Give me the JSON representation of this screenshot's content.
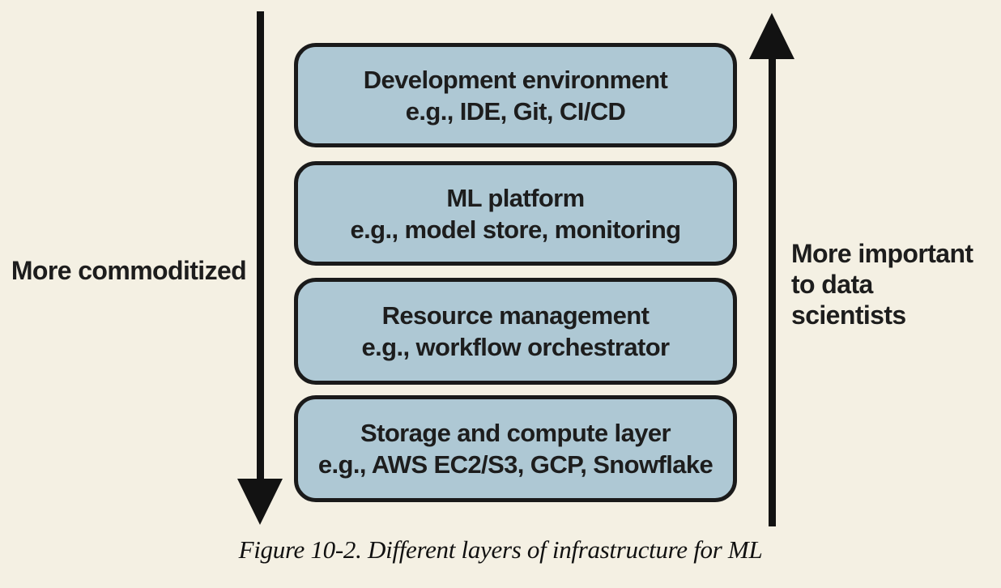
{
  "figure": {
    "caption": "Figure 10-2. Different layers of infrastructure for ML"
  },
  "diagram": {
    "left_axis": {
      "label": "More commoditized",
      "arrow_direction": "down"
    },
    "right_axis": {
      "label_line1": "More important",
      "label_line2": "to data scientists",
      "arrow_direction": "up"
    },
    "layers": [
      {
        "title": "Development environment",
        "examples": "e.g., IDE, Git, CI/CD"
      },
      {
        "title": "ML platform",
        "examples": "e.g., model store, monitoring"
      },
      {
        "title": "Resource management",
        "examples": "e.g., workflow orchestrator"
      },
      {
        "title": "Storage and compute layer",
        "examples": "e.g., AWS EC2/S3, GCP, Snowflake"
      }
    ],
    "colors": {
      "background": "#f4f0e3",
      "box_fill": "#aec8d4",
      "box_border": "#1a1a1a",
      "arrow": "#121212",
      "text": "#1d1d1d"
    }
  }
}
